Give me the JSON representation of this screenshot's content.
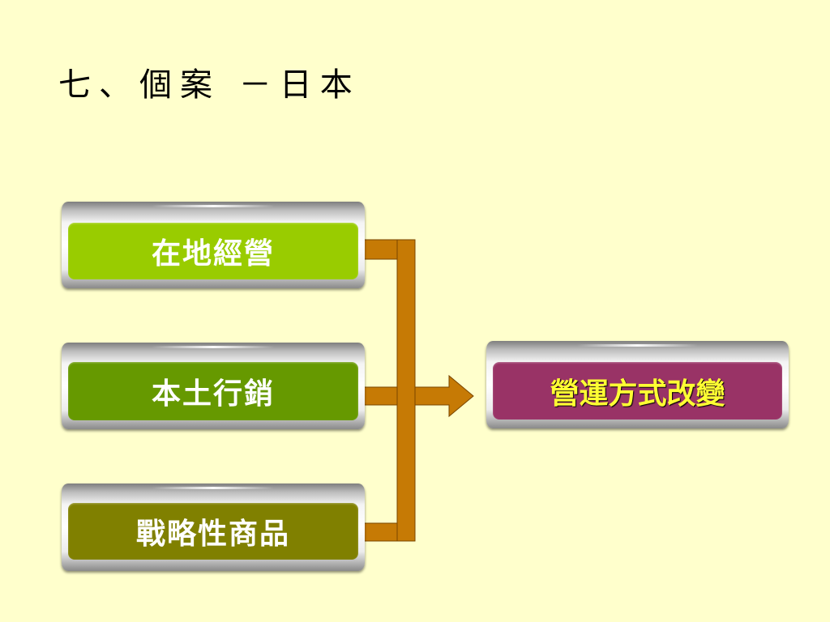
{
  "slide": {
    "title": "七、個案 －日本"
  },
  "diagram": {
    "inputs": [
      {
        "label": "在地經營",
        "color": "#99cc00"
      },
      {
        "label": "本土行銷",
        "color": "#669900"
      },
      {
        "label": "戰略性商品",
        "color": "#808000"
      }
    ],
    "result": {
      "label": "營運方式改變",
      "color": "#993366"
    },
    "connector_color": "#cc7a00"
  }
}
